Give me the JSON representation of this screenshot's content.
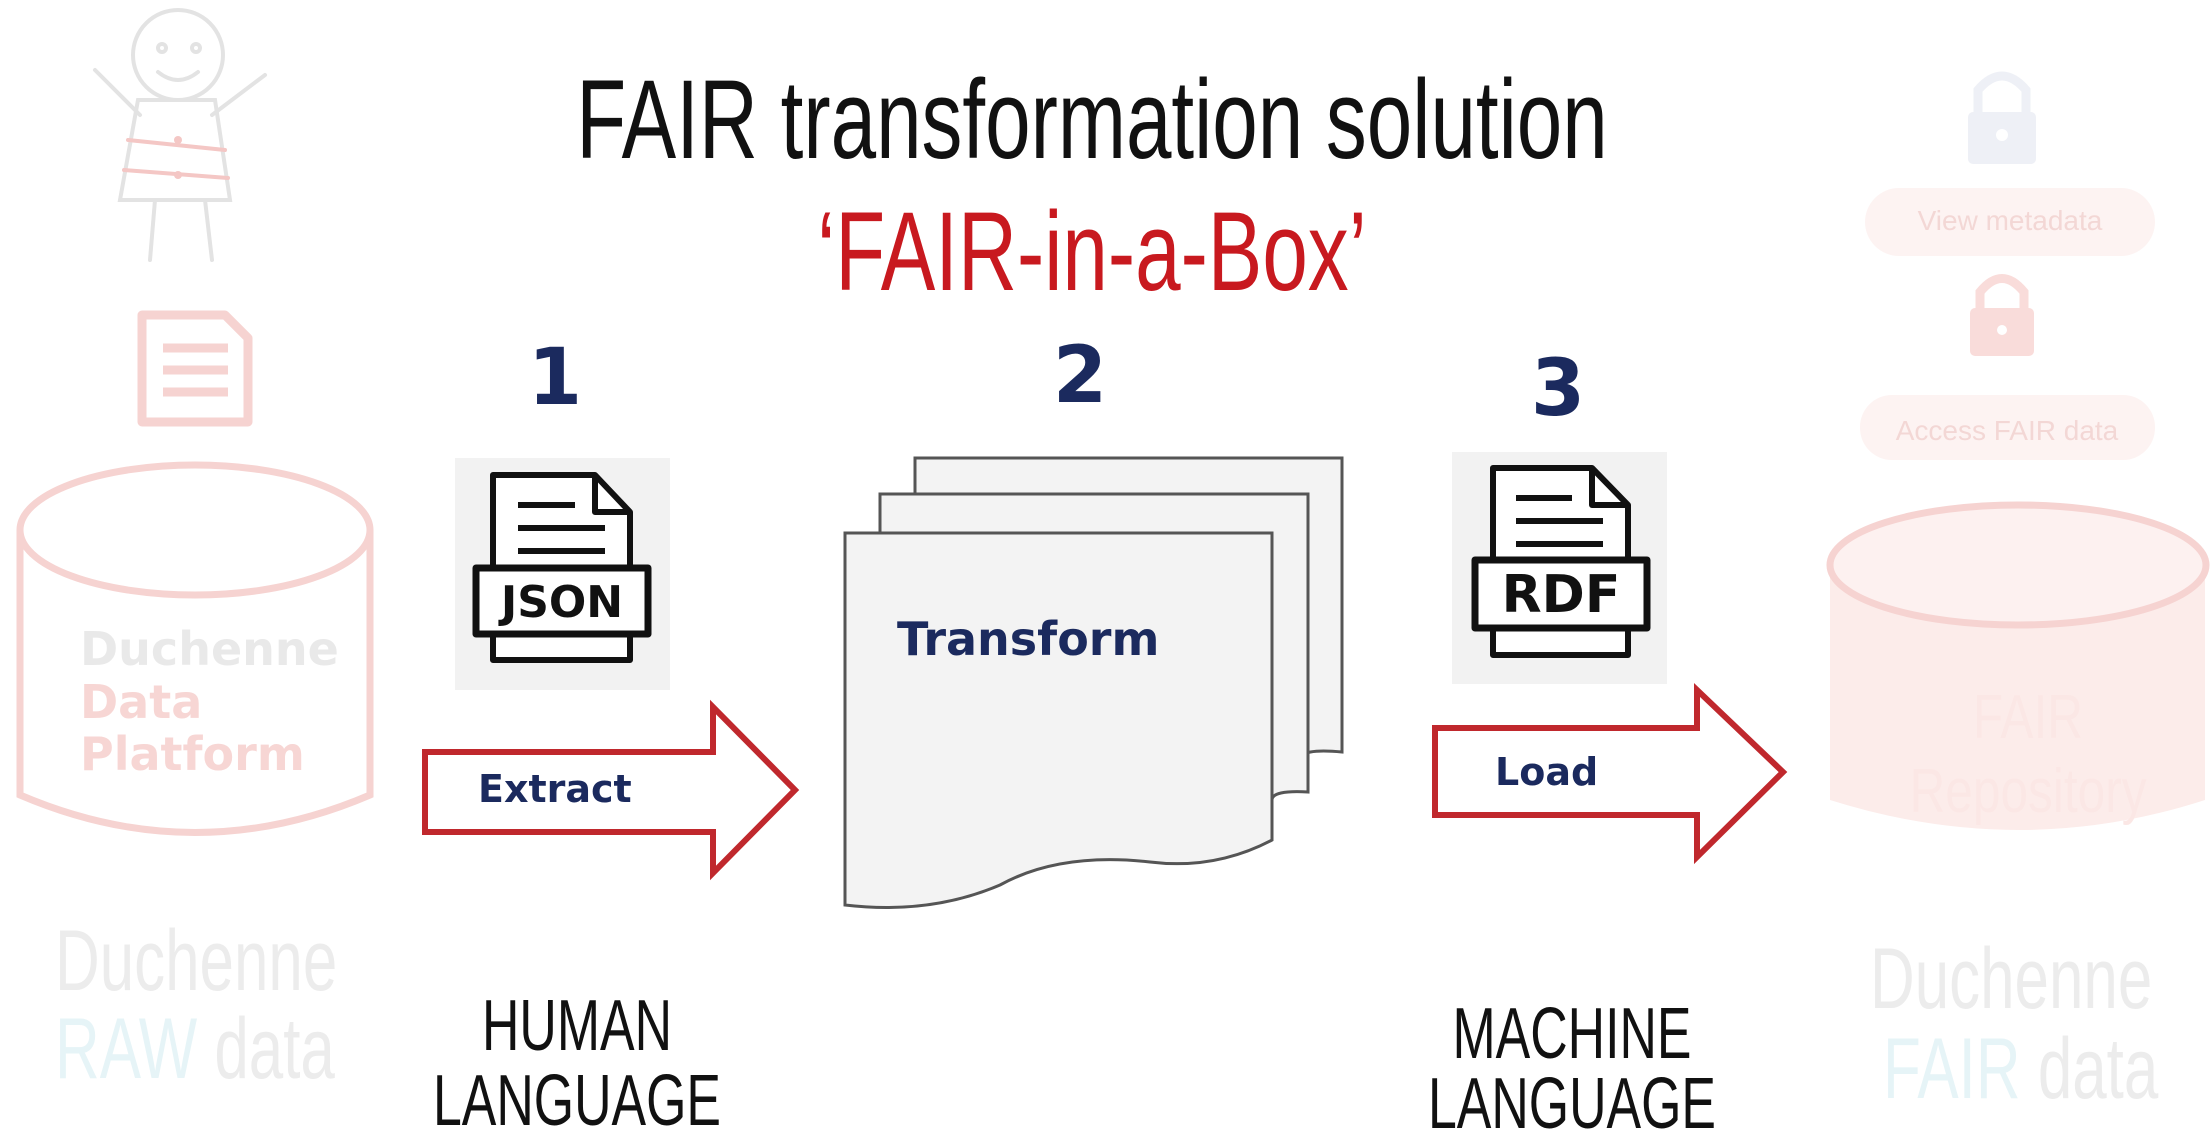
{
  "title": "FAIR transformation solution",
  "subtitle": "‘FAIR-in-a-Box’",
  "left_panel": {
    "db_line1": "Duchenne",
    "db_line2": "Data",
    "db_line3": "Platform",
    "caption_word1": "Duchenne",
    "caption_word2": "RAW",
    "caption_word3": "data"
  },
  "steps": [
    {
      "number": "1",
      "file_label": "JSON",
      "action": "Extract"
    },
    {
      "number": "2",
      "action": "Transform"
    },
    {
      "number": "3",
      "file_label": "RDF",
      "action": "Load"
    }
  ],
  "language_labels": {
    "human_line1": "HUMAN",
    "human_line2": "LANGUAGE",
    "machine_line1": "MACHINE",
    "machine_line2": "LANGUAGE"
  },
  "right_panel": {
    "view_button": "View metadata",
    "access_button": "Access FAIR data",
    "repo_line1": "FAIR",
    "repo_line2": "Repository",
    "caption_word1": "Duchenne",
    "caption_word2": "FAIR",
    "caption_word3": "data"
  },
  "colors": {
    "title": "#111111",
    "subtitle": "#c8191f",
    "step_numbers": "#1b2a5e",
    "arrow_outline": "#c0282d",
    "faded_red": "#f7d6d4",
    "faded_blue": "#e9f4f7",
    "faded_gray": "#e6e6e6"
  },
  "icons": [
    "stick-figure-icon",
    "document-icon",
    "lock-icon",
    "json-file-icon",
    "rdf-file-icon",
    "database-icon"
  ]
}
